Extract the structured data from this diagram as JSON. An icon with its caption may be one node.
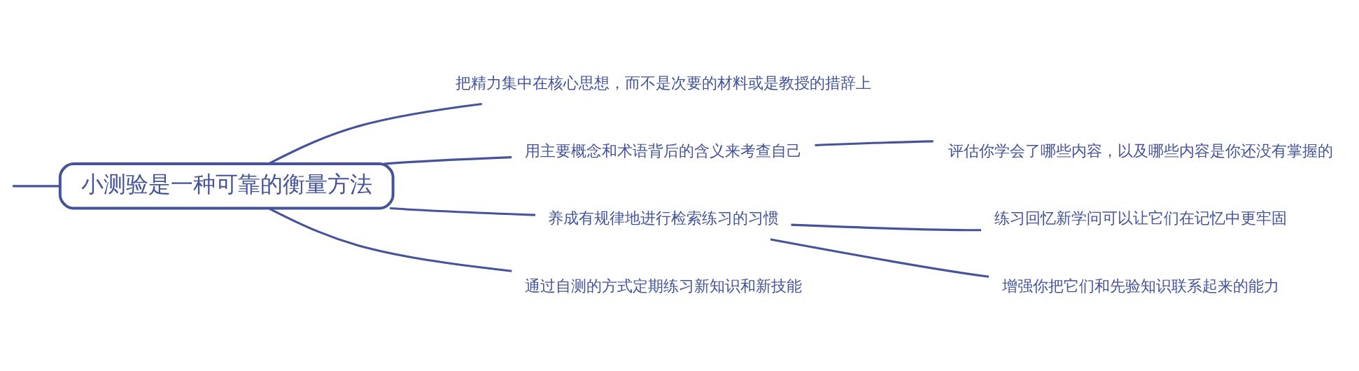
{
  "diagram": {
    "nodes": [
      {
        "text": [
          "小测验是一种可靠的衡量方法"
        ]
      },
      {
        "text": [
          "把精力集中在核心思想，而不是次要的材料或是教授的措辞上"
        ]
      },
      {
        "text": [
          "用主要概念和术语背后的含义来考查自己"
        ]
      },
      {
        "text": [
          "评估你学会了哪些内容，以及哪些内容是你还没有掌握的"
        ]
      },
      {
        "text": [
          "养成有规律地进行检索练习的习惯"
        ]
      },
      {
        "text": [
          "练习回忆新学问可以让它们在记忆中更牢固"
        ]
      },
      {
        "text": [
          "增强你把它们和先验知识联系起来的能力"
        ]
      },
      {
        "text": [
          "通过自测的方式定期练习新知识和新技能"
        ]
      }
    ],
    "edges": [
      {
        "from": null,
        "to": 0,
        "arrow": "none"
      },
      {
        "from": 0,
        "to": 1,
        "arrow": "none"
      },
      {
        "from": 0,
        "to": 2,
        "arrow": "none"
      },
      {
        "from": 2,
        "to": 3,
        "arrow": "none"
      },
      {
        "from": 0,
        "to": 4,
        "arrow": "none"
      },
      {
        "from": 4,
        "to": 5,
        "arrow": "none"
      },
      {
        "from": 4,
        "to": 6,
        "arrow": "none"
      },
      {
        "from": 0,
        "to": 7,
        "arrow": "none"
      }
    ]
  }
}
